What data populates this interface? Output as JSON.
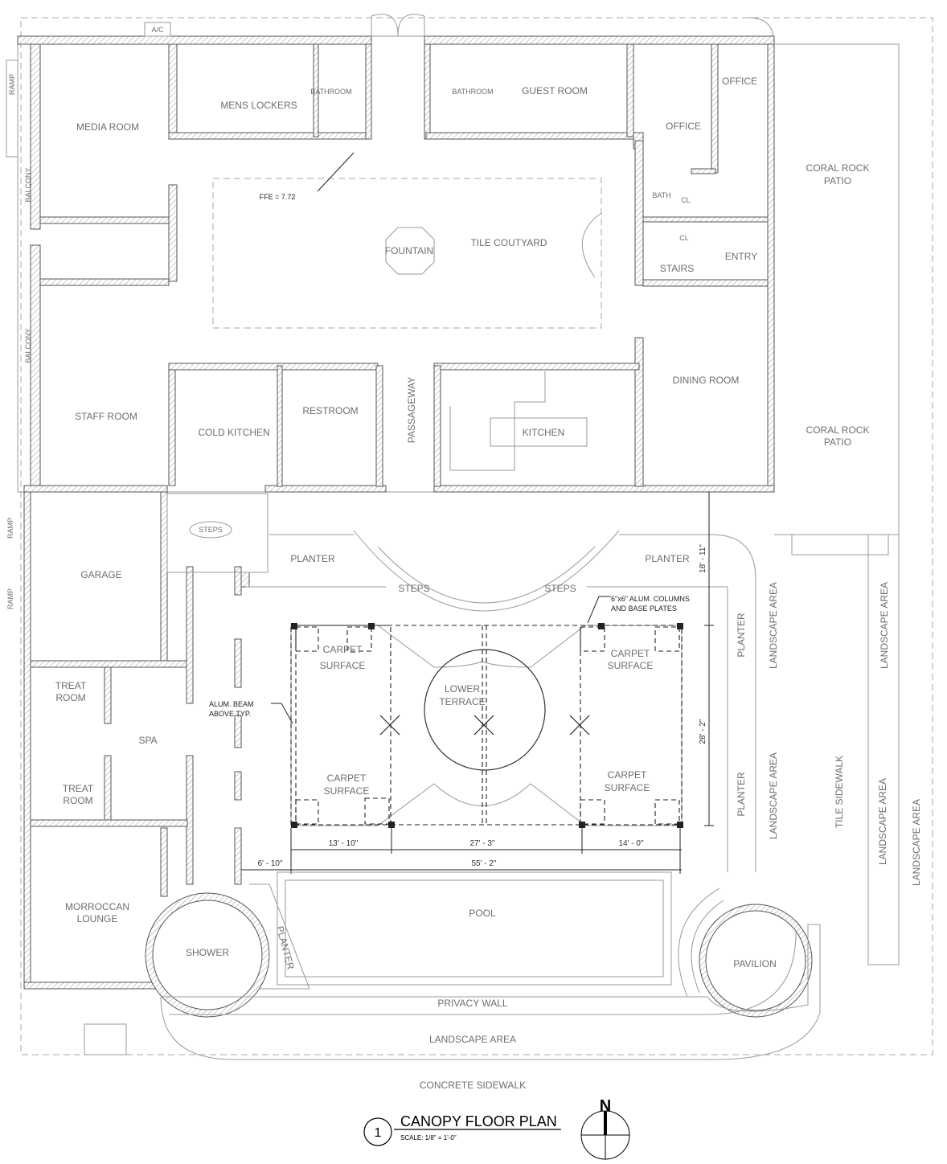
{
  "drawing": {
    "title": "CANOPY FLOOR PLAN",
    "scale": "SCALE:  1/8\" = 1'-0\"",
    "number": "1",
    "north": "N"
  },
  "rooms": {
    "ac": "A/C",
    "ramp_top": "RAMP",
    "balcony_1": "BALCONY",
    "balcony_2": "BALCONY",
    "media_room": "MEDIA ROOM",
    "mens_lockers": "MENS LOCKERS",
    "bathroom_1": "BATHROOM",
    "bathroom_2": "BATHROOM",
    "guest_room": "GUEST ROOM",
    "office_1": "OFFICE",
    "office_2": "OFFICE",
    "coral_patio_1": [
      "CORAL ROCK",
      "PATIO"
    ],
    "ffe": "FFE = 7.72",
    "fountain": "FOUNTAIN",
    "tile_courtyard": "TILE COUTYARD",
    "bath": "BATH",
    "cl_1": "CL",
    "cl_2": "CL",
    "stairs": "STAIRS",
    "entry": "ENTRY",
    "dining_room": "DINING ROOM",
    "staff_room": "STAFF ROOM",
    "cold_kitchen": "COLD KITCHEN",
    "restroom": "RESTROOM",
    "passageway": "PASSAGEWAY",
    "kitchen": "KITCHEN",
    "coral_patio_2": [
      "CORAL ROCK",
      "PATIO"
    ],
    "ramp_2": "RAMP",
    "ramp_3": "RAMP",
    "steps_1": "STEPS",
    "garage": "GARAGE",
    "planter_1": "PLANTER",
    "planter_2": "PLANTER",
    "steps_2": "STEPS",
    "steps_3": "STEPS",
    "carpet_1": [
      "CARPET",
      "SURFACE"
    ],
    "carpet_2": [
      "CARPET",
      "SURFACE"
    ],
    "carpet_3": [
      "CARPET",
      "SURFACE"
    ],
    "carpet_4": [
      "CARPET",
      "SURFACE"
    ],
    "lower_terrace": [
      "LOWER",
      "TERRACE"
    ],
    "treat_room_1": [
      "TREAT",
      "ROOM"
    ],
    "spa": "SPA",
    "treat_room_2": [
      "TREAT",
      "ROOM"
    ],
    "planter_3": "PLANTER",
    "planter_4": "PLANTER",
    "landscape_1": "LANDSCAPE AREA",
    "landscape_2": "LANDSCAPE AREA",
    "landscape_3": "LANDSCAPE AREA",
    "tile_sidewalk": "TILE SIDEWALK",
    "landscape_4": "LANDSCAPE AREA",
    "landscape_5": "LANDSCAPE AREA",
    "morroccan_lounge": [
      "MORROCCAN",
      "LOUNGE"
    ],
    "pool": "POOL",
    "shower": "SHOWER",
    "planter_5": "PLANTER",
    "pavilion": "PAVILION",
    "privacy_wall": "PRIVACY WALL",
    "landscape_6": "LANDSCAPE AREA",
    "concrete_sidewalk": "CONCRETE SIDEWALK"
  },
  "notes": {
    "columns": [
      "6\"x6\" ALUM. COLUMNS",
      "AND BASE PLATES"
    ],
    "beam": [
      "ALUM. BEAM",
      "ABOVE TYP."
    ]
  },
  "dimensions": {
    "north_setback": "18' - 11\"",
    "depth": "28' - 2\"",
    "bay_1": "13' - 10\"",
    "bay_2": "27' - 3\"",
    "bay_3": "14' - 0\"",
    "offset": "6' - 10\"",
    "overall": "55' - 2\""
  }
}
